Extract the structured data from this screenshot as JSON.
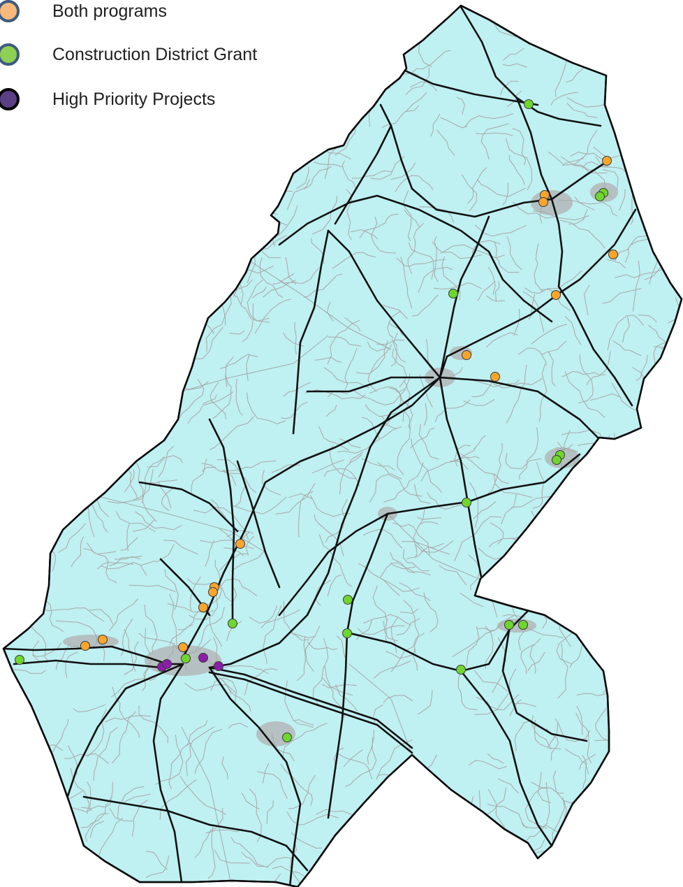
{
  "legend": {
    "items": [
      {
        "label": "Both programs",
        "fill": "#f9b97c",
        "stroke": "#3d5a80"
      },
      {
        "label": "Construction District Grant",
        "fill": "#8ed052",
        "stroke": "#3d5a80"
      },
      {
        "label": "High Priority Projects",
        "fill": "#5a3f84",
        "stroke": "#000000"
      }
    ]
  },
  "colors": {
    "land": "#bff0f2",
    "border": "#0a0a0a",
    "minor_roads": "#a8a8a8",
    "major_roads": "#111111",
    "urban": "#b0b0b0",
    "both_marker": "#f9a52c",
    "grant_marker": "#6ed62c",
    "priority_marker": "#8b1ea8"
  },
  "markers": {
    "both": [
      [
        869,
        230
      ],
      [
        780,
        279
      ],
      [
        778,
        289
      ],
      [
        878,
        364
      ],
      [
        796,
        422
      ],
      [
        668,
        508
      ],
      [
        709,
        539
      ],
      [
        344,
        778
      ],
      [
        307,
        840
      ],
      [
        305,
        847
      ],
      [
        291,
        869
      ],
      [
        147,
        915
      ],
      [
        122,
        924
      ],
      [
        262,
        926
      ]
    ],
    "grant": [
      [
        757,
        149
      ],
      [
        864,
        276
      ],
      [
        859,
        281
      ],
      [
        649,
        420
      ],
      [
        802,
        651
      ],
      [
        797,
        658
      ],
      [
        668,
        719
      ],
      [
        498,
        858
      ],
      [
        333,
        892
      ],
      [
        497,
        906
      ],
      [
        729,
        894
      ],
      [
        749,
        894
      ],
      [
        28,
        944
      ],
      [
        266,
        942
      ],
      [
        660,
        958
      ],
      [
        411,
        1055
      ]
    ],
    "priority": [
      [
        232,
        954
      ],
      [
        239,
        950
      ],
      [
        291,
        941
      ],
      [
        313,
        953
      ]
    ]
  }
}
